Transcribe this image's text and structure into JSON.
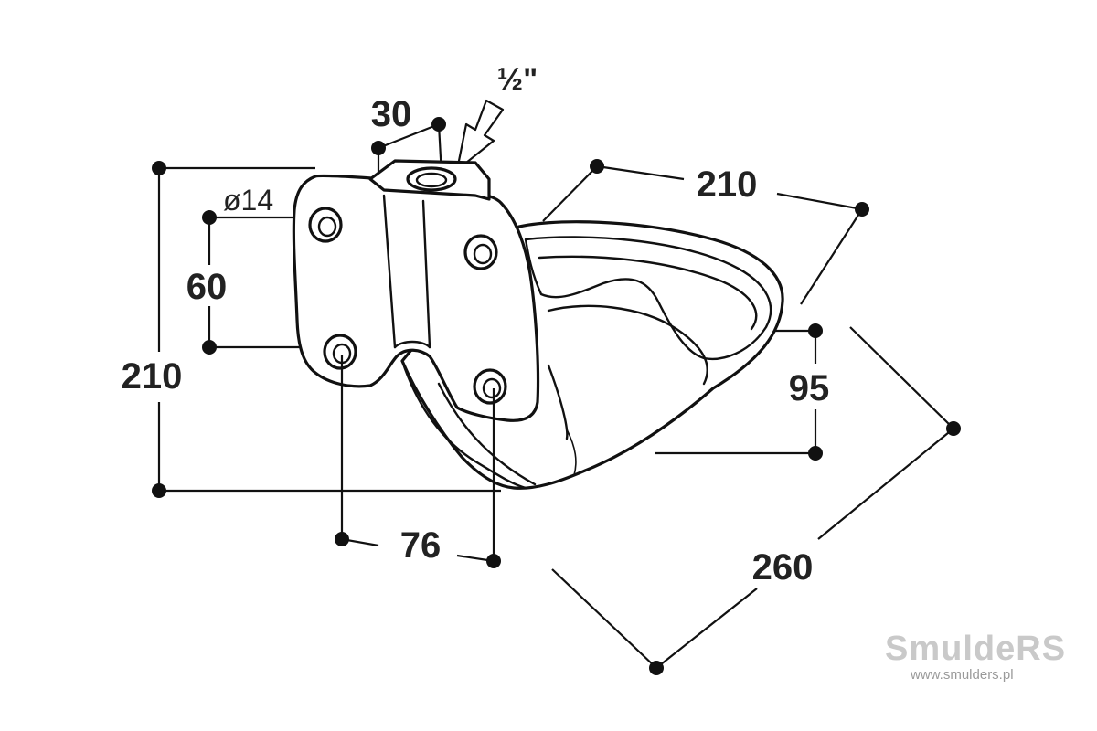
{
  "dimensions": {
    "height_total": "210",
    "length_top": "210",
    "diagonal": "260",
    "bowl_height": "95",
    "hole_spacing_horizontal": "76",
    "hole_spacing_vertical": "60",
    "hole_diameter": "ø14",
    "inlet_width": "30",
    "thread": "½\""
  },
  "brand": {
    "name": "SmuldeRS",
    "url": "www.smulders.pl"
  },
  "colors": {
    "line": "#111111",
    "text": "#222222",
    "watermark": "#c9c9c9"
  }
}
